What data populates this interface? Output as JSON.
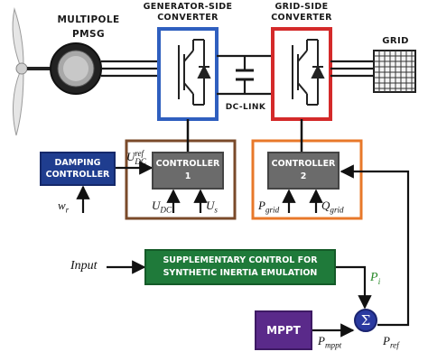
{
  "labels": {
    "pmsg_line1": "Multipole",
    "pmsg_line2": "PMSG",
    "gsc_line1": "Generator-Side",
    "gsc_line2": "Converter",
    "grid_conv_line1": "Grid-Side",
    "grid_conv_line2": "Converter",
    "grid": "Grid",
    "dc_link": "DC-link"
  },
  "blocks": {
    "damping_line1": "Damping",
    "damping_line2": "Controller",
    "controller1_line1": "Controller",
    "controller1_line2": "1",
    "controller2_line1": "Controller",
    "controller2_line2": "2",
    "supp_line1": "Supplementary Control for",
    "supp_line2": "Synthetic Inertia Emulation",
    "mppt": "MPPT",
    "sum_symbol": "Σ"
  },
  "signals": {
    "u_dc_ref_main": "U",
    "u_dc_ref_sup": "ref",
    "u_dc_ref_sub": "DC",
    "w_r_main": "w",
    "w_r_sub": "r",
    "u_dc_main": "U",
    "u_dc_sub": "DC",
    "u_s_main": "U",
    "u_s_sub": "s",
    "p_grid_main": "P",
    "p_grid_sub": "grid",
    "q_grid_main": "Q",
    "q_grid_sub": "grid",
    "input": "Input",
    "p_i_main": "P",
    "p_i_sub": "i",
    "p_mppt_main": "P",
    "p_mppt_sub": "mppt",
    "p_ref_main": "P",
    "p_ref_sub": "ref"
  },
  "colors": {
    "generator_converter_border": "#2f5fbf",
    "grid_converter_border": "#d42a2a",
    "controller1_border": "#7a4a2a",
    "controller2_border": "#e8782a",
    "damping_fill": "#1f3d8f",
    "controller_fill": "#6b6b6b",
    "supp_fill": "#1f7a3a",
    "mppt_fill": "#5a2a8a",
    "sum_fill": "#2a3aa0"
  }
}
